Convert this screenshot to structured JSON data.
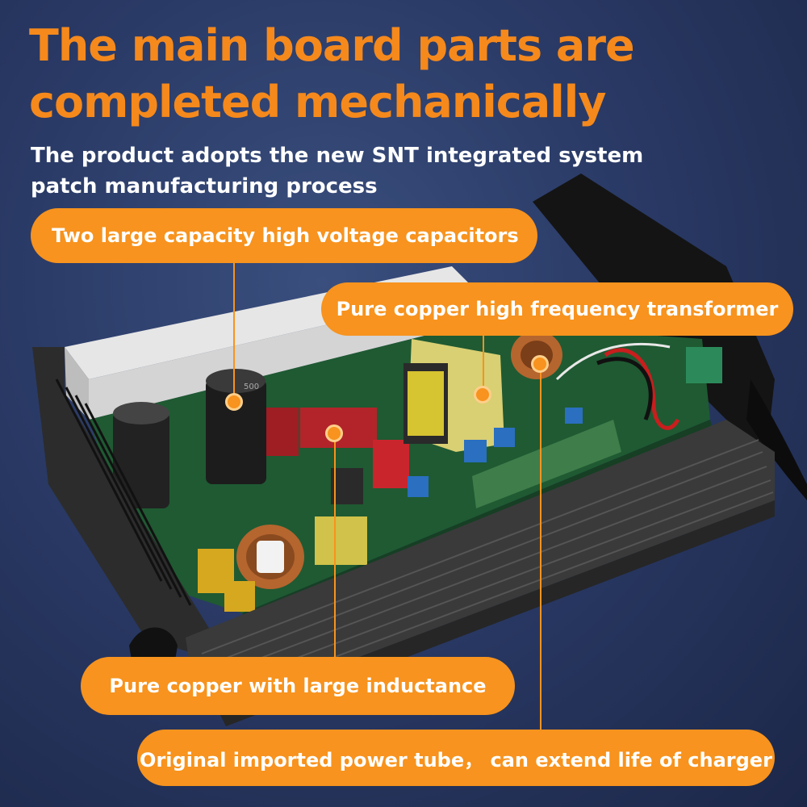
{
  "heading": {
    "title": "The main board parts are completed mechanically",
    "subtitle": "The product adopts the new SNT integrated system patch manufacturing process"
  },
  "callouts": {
    "capacitors": "Two large capacity high voltage capacitors",
    "transformer": "Pure copper high frequency transformer",
    "inductance": "Pure copper with large inductance",
    "power_tube": "Original imported power tube， can extend life of charger"
  },
  "product_photo": {
    "capacitor_label": "500"
  },
  "colors": {
    "accent": "#f7931e",
    "background": "#2a3a66",
    "title": "#f5891c"
  }
}
